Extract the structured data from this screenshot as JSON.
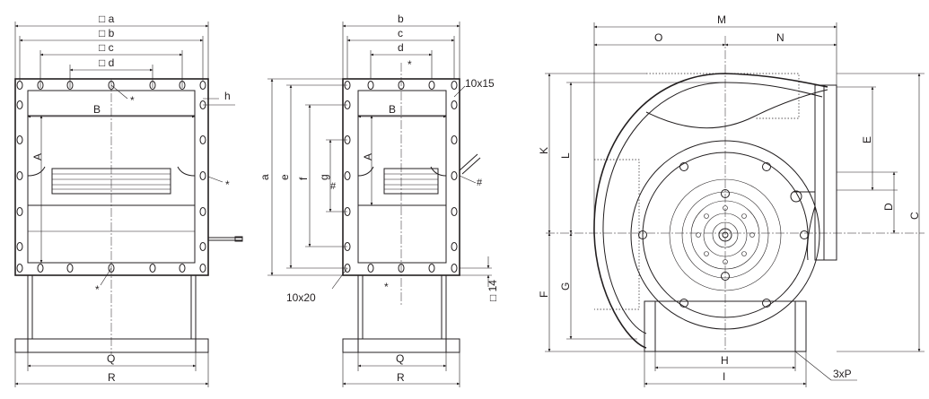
{
  "front_view": {
    "dims": {
      "a": "□ a",
      "b": "□ b",
      "c": "□ c",
      "d": "□ d",
      "h": "h",
      "A": "A",
      "B": "B",
      "Q": "Q",
      "R": "R"
    },
    "marks": {
      "star1": "*",
      "star2": "*",
      "star3": "*"
    }
  },
  "side_view": {
    "dims": {
      "b": "b",
      "c": "c",
      "d": "d",
      "a": "a",
      "e": "e",
      "f": "f",
      "g": "g",
      "A": "A",
      "B": "B",
      "Q": "Q",
      "R": "R",
      "slot_top": "10x15",
      "slot_bottom": "10x20",
      "foot": "□ 14"
    },
    "marks": {
      "star1": "*",
      "star2": "*",
      "hash1": "#",
      "hash2": "#"
    }
  },
  "housing_view": {
    "dims": {
      "M": "M",
      "O": "O",
      "N": "N",
      "K": "K",
      "L": "L",
      "F": "F",
      "G": "G",
      "E": "E",
      "D": "D",
      "C": "C",
      "H": "H",
      "I": "I",
      "P": "3xP"
    }
  },
  "colors": {
    "line": "#231f20",
    "background": "#ffffff"
  }
}
